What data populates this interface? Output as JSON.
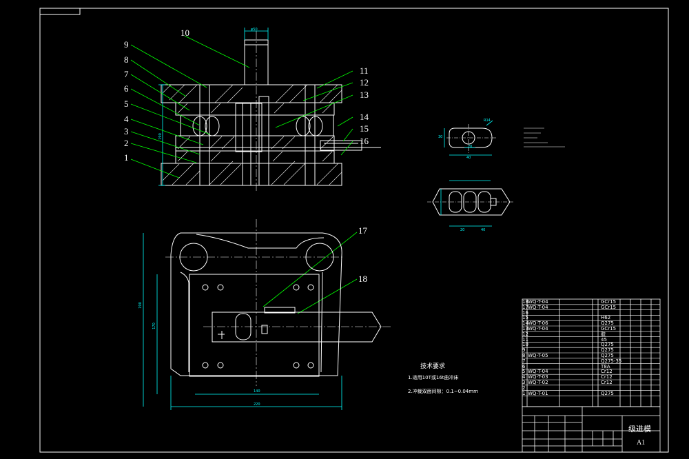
{
  "sheet": {
    "frame_color": "#ffffff",
    "part_color": "#ffffff",
    "dim_color": "#00ffff",
    "leader_color": "#00ff00",
    "center_color": "#ffffff",
    "bg_color": "#000000"
  },
  "part_labels": [
    "1",
    "2",
    "3",
    "4",
    "5",
    "6",
    "7",
    "8",
    "9",
    "10",
    "11",
    "12",
    "13",
    "14",
    "15",
    "16",
    "17",
    "18"
  ],
  "dimensions": {
    "punch_top": "φ50",
    "height_left": "190",
    "plan_height": "190",
    "plan_inner_height": "170",
    "plan_inner_width": "140",
    "plan_outer_width": "220",
    "strip_pitch_1": "20",
    "strip_pitch_2": "40",
    "blank_width": "20",
    "blank_height": "30",
    "blank_radius": "R14",
    "blank_overall": "40"
  },
  "tech_requirements": {
    "title": "技术要求",
    "items": [
      "1.适用10T或16t曲冲床",
      "2.冲裁双面间隙：0.1~0.04mm"
    ]
  },
  "title_block": {
    "drawing_name": "级进模",
    "sheet_size": "A1"
  },
  "bom": [
    {
      "no": "18",
      "code": "WQ-T-04",
      "mat": "GCr15"
    },
    {
      "no": "17",
      "code": "WQ-T-04",
      "mat": "GCr15"
    },
    {
      "no": "16",
      "code": "",
      "mat": ""
    },
    {
      "no": "15",
      "code": "",
      "mat": "H62"
    },
    {
      "no": "14",
      "code": "WQ-T-06",
      "mat": "Q275"
    },
    {
      "no": "13",
      "code": "WQ-T-04",
      "mat": "GCr15"
    },
    {
      "no": "12",
      "code": "",
      "mat": "胶"
    },
    {
      "no": "11",
      "code": "",
      "mat": "45"
    },
    {
      "no": "10",
      "code": "",
      "mat": "Q275"
    },
    {
      "no": "9",
      "code": "",
      "mat": "Q275"
    },
    {
      "no": "8",
      "code": "WQ-T-05",
      "mat": "Q275"
    },
    {
      "no": "7",
      "code": "",
      "mat": "Q275-35"
    },
    {
      "no": "6",
      "code": "",
      "mat": "T8A"
    },
    {
      "no": "5",
      "code": "WQ-T-04",
      "mat": "Cr12"
    },
    {
      "no": "4",
      "code": "WQ-T-03",
      "mat": "Cr12"
    },
    {
      "no": "3",
      "code": "WQ-T-02",
      "mat": "Cr12"
    },
    {
      "no": "2",
      "code": "",
      "mat": ""
    },
    {
      "no": "1",
      "code": "WQ-T-01",
      "mat": "Q275"
    }
  ]
}
